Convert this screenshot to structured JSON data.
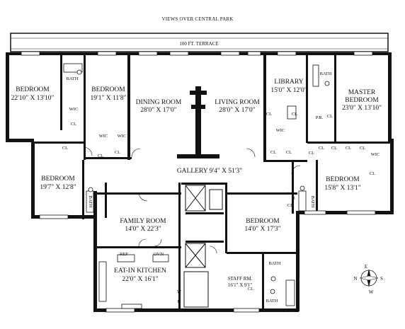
{
  "header": {
    "title": "VIEWS OVER CENTRAL PARK"
  },
  "terrace": {
    "label": "100 FT.   TERRACE"
  },
  "rooms": {
    "bedroom_nw": {
      "name": "BEDROOM",
      "dims": "22'10\" X 13'10\""
    },
    "bedroom_n2": {
      "name": "BEDROOM",
      "dims": "19'1\" X 11'8\""
    },
    "dining": {
      "name": "DINING ROOM",
      "dims": "28'0\" X 17'0\""
    },
    "living": {
      "name": "LIVING ROOM",
      "dims": "28'0\" X 17'0\""
    },
    "library": {
      "name": "LIBRARY",
      "dims": "15'0\" X 12'0\""
    },
    "master": {
      "name1": "MASTER",
      "name2": "BEDROOM",
      "dims": "23'0\" X 13'10\""
    },
    "bedroom_w": {
      "name": "BEDROOM",
      "dims": "19'7\" X 12'8\""
    },
    "gallery": {
      "label": "GALLERY 9'4\" X 51'3\""
    },
    "bedroom_e": {
      "name": "BEDROOM",
      "dims": "15'8\" X 13'1\""
    },
    "family": {
      "name": "FAMILY ROOM",
      "dims": "14'0\" X 22'3\""
    },
    "bedroom_s": {
      "name": "BEDROOM",
      "dims": "14'0\" X 17'3\""
    },
    "kitchen": {
      "name": "EAT-IN KITCHEN",
      "dims": "22'0\" X 16'1\""
    },
    "staff": {
      "name": "STAFF RM.",
      "dims": "16'1\" X 9'1\""
    }
  },
  "small_labels": {
    "bath": "BATH",
    "wic": "WIC",
    "cl": "CL",
    "pr": "P.R.",
    "ref": "REF",
    "ovn": "OVN",
    "w": "W",
    "d": "D"
  },
  "compass": {
    "n": "N",
    "e": "E",
    "s": "S",
    "w": "W"
  }
}
